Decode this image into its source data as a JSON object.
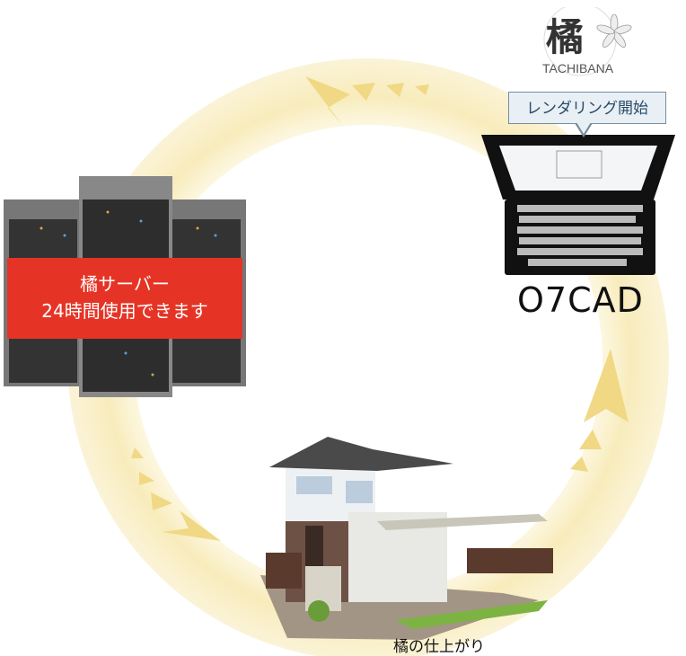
{
  "logo": {
    "kanji": "橘",
    "text": "TACHIBANA"
  },
  "laptop": {
    "bubble": "レンダリング開始",
    "label": "O7CAD"
  },
  "server": {
    "line1": "橘サーバー",
    "line2": "24時間使用できます"
  },
  "house": {
    "caption": "橘の仕上がり"
  },
  "colors": {
    "ring": "#f8eec3",
    "arrow": "#f1dc8a",
    "banner": "#e53426"
  }
}
